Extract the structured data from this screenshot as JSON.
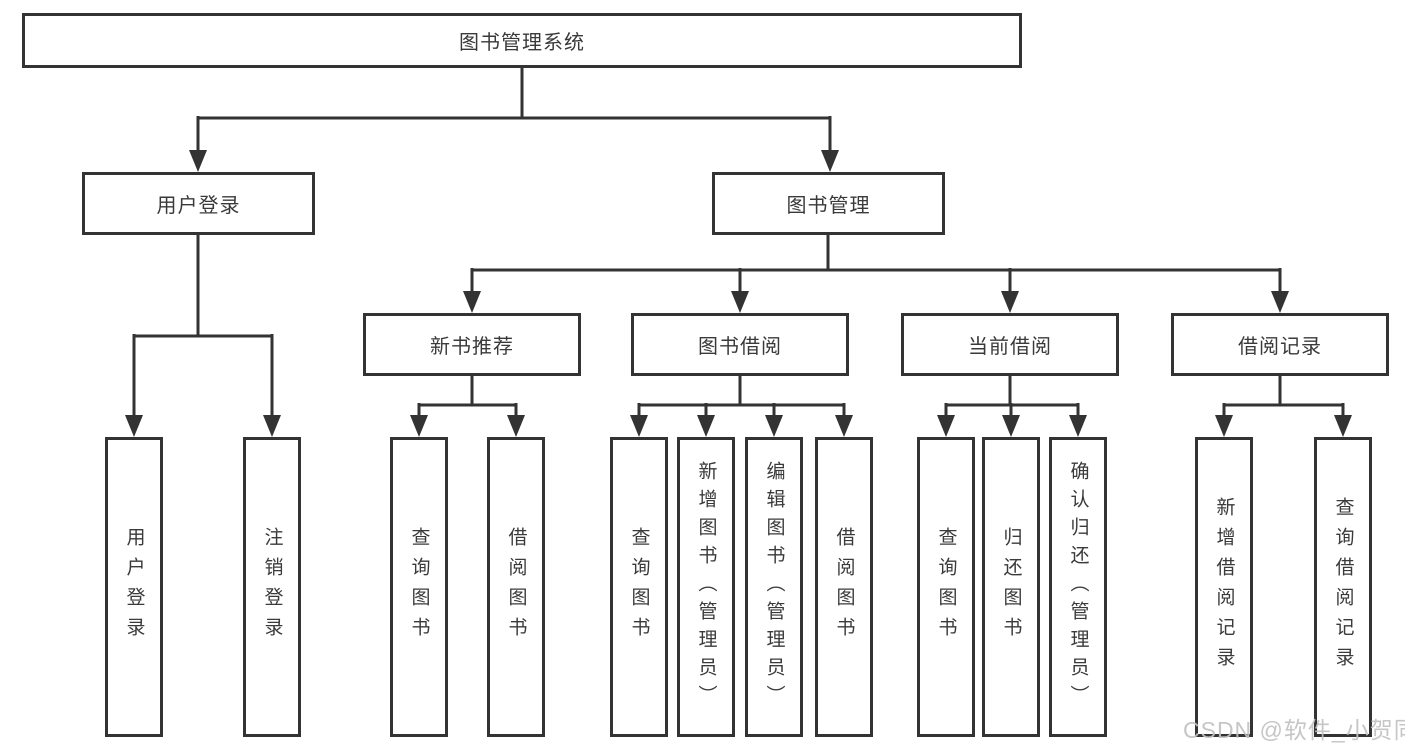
{
  "diagram": {
    "type": "org-tree",
    "tree": {
      "label": "图书管理系统",
      "children": [
        {
          "label": "用户登录",
          "children": [
            {
              "label": "用户登录"
            },
            {
              "label": "注销登录"
            }
          ]
        },
        {
          "label": "图书管理",
          "children": [
            {
              "label": "新书推荐",
              "children": [
                {
                  "label": "查询图书"
                },
                {
                  "label": "借阅图书"
                }
              ]
            },
            {
              "label": "图书借阅",
              "children": [
                {
                  "label": "查询图书"
                },
                {
                  "label": "新增图书（管理员）"
                },
                {
                  "label": "编辑图书（管理员）"
                },
                {
                  "label": "借阅图书"
                }
              ]
            },
            {
              "label": "当前借阅",
              "children": [
                {
                  "label": "查询图书"
                },
                {
                  "label": "归还图书"
                },
                {
                  "label": "确认归还（管理员）"
                }
              ]
            },
            {
              "label": "借阅记录",
              "children": [
                {
                  "label": "新增借阅记录"
                },
                {
                  "label": "查询借阅记录"
                }
              ]
            }
          ]
        }
      ]
    }
  },
  "watermark": {
    "text": "CSDN @软件_小贺同学"
  },
  "colors": {
    "line": "#333333",
    "box_border": "#333333",
    "box_background": "#ffffff",
    "text": "#3a3a3a",
    "watermark": "#c1c1c1"
  }
}
